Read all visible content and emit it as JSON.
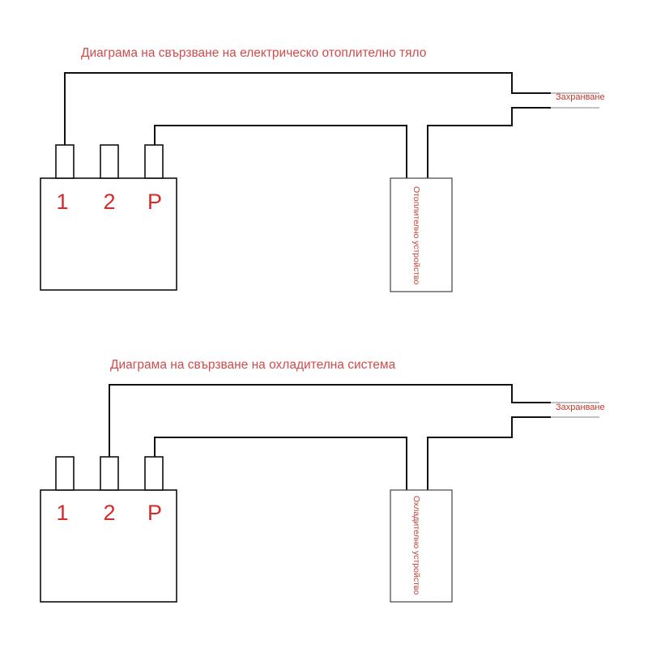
{
  "diagrams": [
    {
      "title": "Диаграма на свързване на електрическо отоплително тяло",
      "terminals": [
        "1",
        "2",
        "P"
      ],
      "device_label": "Отоплително устройство",
      "power_label": "Захранване"
    },
    {
      "title": "Диаграма на свързване на охладителна система",
      "terminals": [
        "1",
        "2",
        "P"
      ],
      "device_label": "Охладително устройство",
      "power_label": "Захранване"
    }
  ]
}
